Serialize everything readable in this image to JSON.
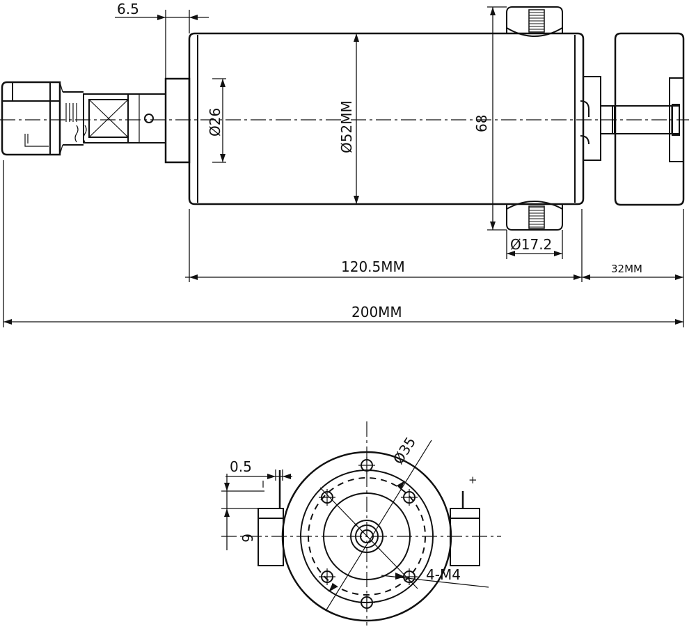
{
  "side_view": {
    "dim_flange_thickness": "6.5",
    "dim_neck_diameter": "Ø26",
    "dim_body_diameter": "Ø52MM",
    "dim_mount_spacing": "68",
    "dim_mount_diameter": "Ø17.2",
    "dim_body_length": "120.5MM",
    "dim_rear_length": "32MM",
    "dim_total_length": "200MM"
  },
  "end_view": {
    "dim_terminal_thickness": "0.5",
    "dim_terminal_width": "6",
    "dim_bolt_circle": "Ø35",
    "dim_mount_holes": "4-M4",
    "terminal_polarity": "+"
  }
}
